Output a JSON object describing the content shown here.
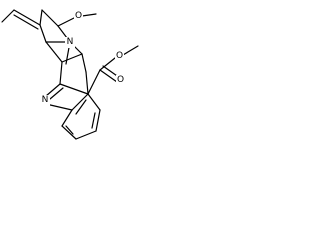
{
  "structure": {
    "atoms": {
      "n_bridge": "N",
      "n_indole": "N",
      "o_ether": "O",
      "o_ester_single": "O",
      "o_carbonyl": "O"
    }
  }
}
